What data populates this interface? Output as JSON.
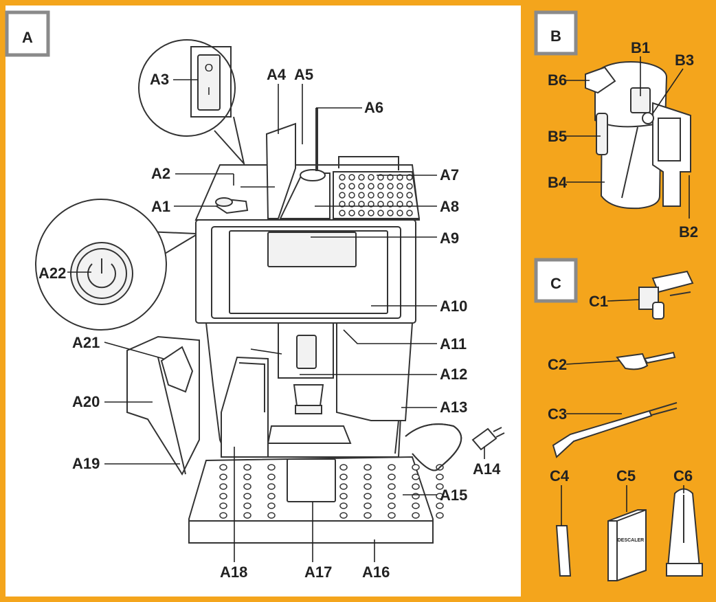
{
  "colors": {
    "background": "#f4a51c",
    "panel_white": "#ffffff",
    "line": "#222222",
    "tag_border": "#8a8a8a"
  },
  "panels": {
    "a": "A",
    "b": "B",
    "c": "C"
  },
  "labels": {
    "a1": "A1",
    "a2": "A2",
    "a3": "A3",
    "a4": "A4",
    "a5": "A5",
    "a6": "A6",
    "a7": "A7",
    "a8": "A8",
    "a9": "A9",
    "a10": "A10",
    "a11": "A11",
    "a12": "A12",
    "a13": "A13",
    "a14": "A14",
    "a15": "A15",
    "a16": "A16",
    "a17": "A17",
    "a18": "A18",
    "a19": "A19",
    "a20": "A20",
    "a21": "A21",
    "a22": "A22",
    "b1": "B1",
    "b2": "B2",
    "b3": "B3",
    "b4": "B4",
    "b5": "B5",
    "b6": "B6",
    "c1": "C1",
    "c2": "C2",
    "c3": "C3",
    "c4": "C4",
    "c5": "C5",
    "c6": "C6"
  },
  "switch_marks": {
    "off": "O",
    "on": "I"
  },
  "descaler_box_text": "DESCALER",
  "icons": [
    "power-icon",
    "rocker-switch-icon",
    "plug-icon"
  ]
}
